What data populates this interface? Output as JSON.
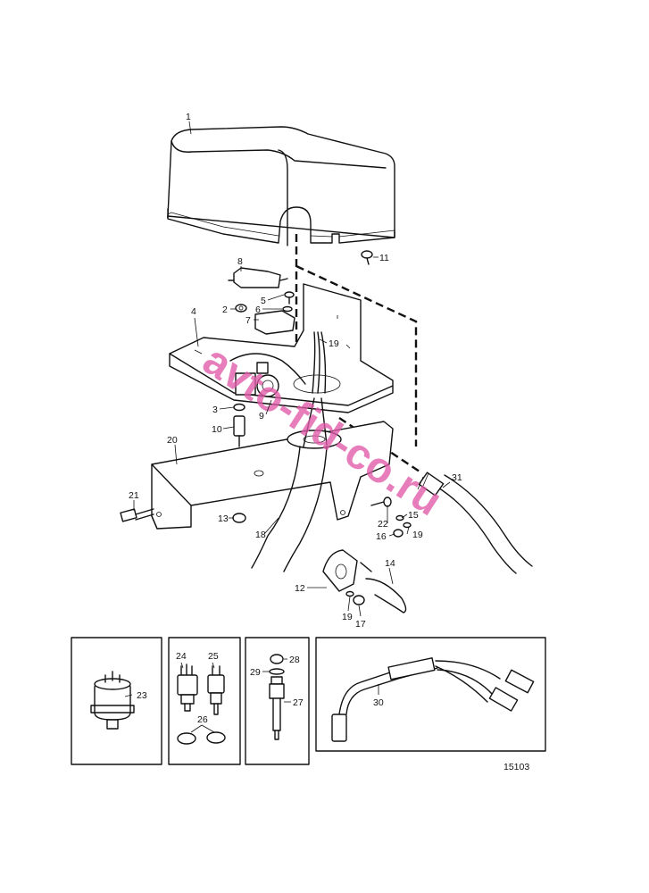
{
  "labels": {
    "p1": "1",
    "p2": "2",
    "p3": "3",
    "p4": "4",
    "p5": "5",
    "p6": "6",
    "p7": "7",
    "p8": "8",
    "p9": "9",
    "p10": "10",
    "p11": "11",
    "p12": "12",
    "p13": "13",
    "p14": "14",
    "p15": "15",
    "p16": "16",
    "p17": "17",
    "p18": "18",
    "p19a": "19",
    "p19b": "19",
    "p19c": "19",
    "p20": "20",
    "p21": "21",
    "p22": "22",
    "p23": "23",
    "p24": "24",
    "p25": "25",
    "p26": "26",
    "p27": "27",
    "p28": "28",
    "p29": "29",
    "p30": "30",
    "p31": "31"
  },
  "drawing_number": "15103",
  "watermark": "avto-fid-co.ru",
  "colors": {
    "line": "#111111",
    "watermark": "#e05aa8",
    "background": "#ffffff"
  }
}
